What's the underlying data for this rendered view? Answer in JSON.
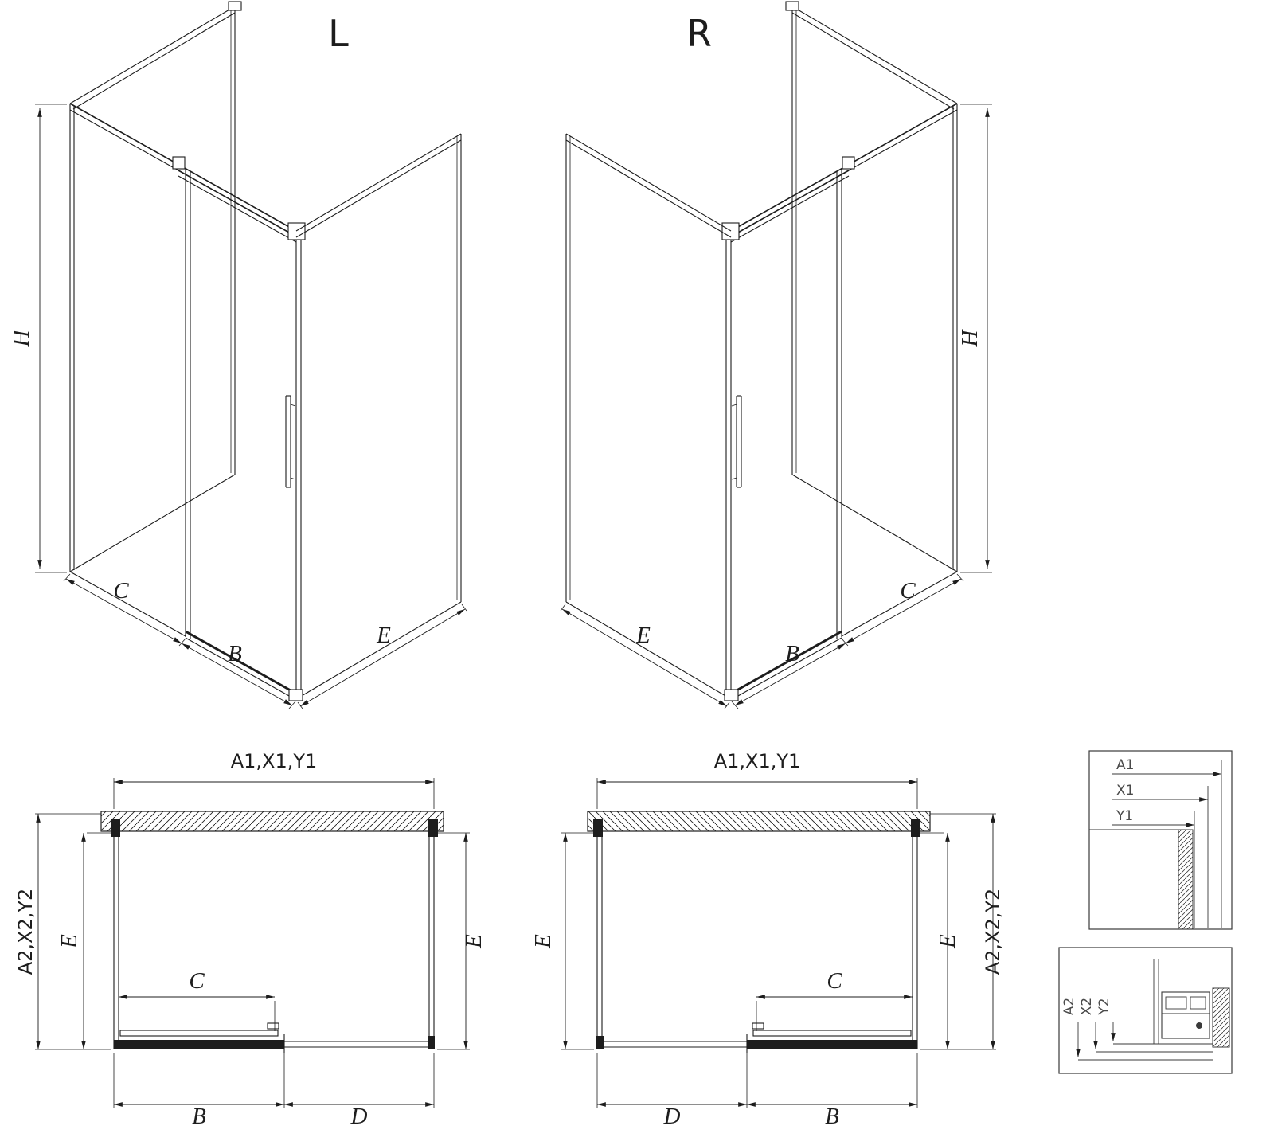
{
  "colors": {
    "line": "#1d1d1d",
    "detail_label": "#4a4a4a",
    "background": "#ffffff"
  },
  "iso_left": {
    "title": "L",
    "dim_h": "H",
    "dim_c": "C",
    "dim_b": "B",
    "dim_e": "E"
  },
  "iso_right": {
    "title": "R",
    "dim_h": "H",
    "dim_c": "C",
    "dim_b": "B",
    "dim_e": "E"
  },
  "plan_left": {
    "dim_a1": "A1,X1,Y1",
    "dim_a2": "A2,X2,Y2",
    "dim_e_left": "E",
    "dim_e_right": "E",
    "dim_c": "C",
    "dim_b": "B",
    "dim_d": "D"
  },
  "plan_right": {
    "dim_a1": "A1,X1,Y1",
    "dim_a2": "A2,X2,Y2",
    "dim_e_left": "E",
    "dim_e_right": "E",
    "dim_c": "C",
    "dim_b": "B",
    "dim_d": "D"
  },
  "detail_top": {
    "dim_a1": "A1",
    "dim_x1": "X1",
    "dim_y1": "Y1"
  },
  "detail_bottom": {
    "dim_a2": "A2",
    "dim_x2": "X2",
    "dim_y2": "Y2"
  }
}
